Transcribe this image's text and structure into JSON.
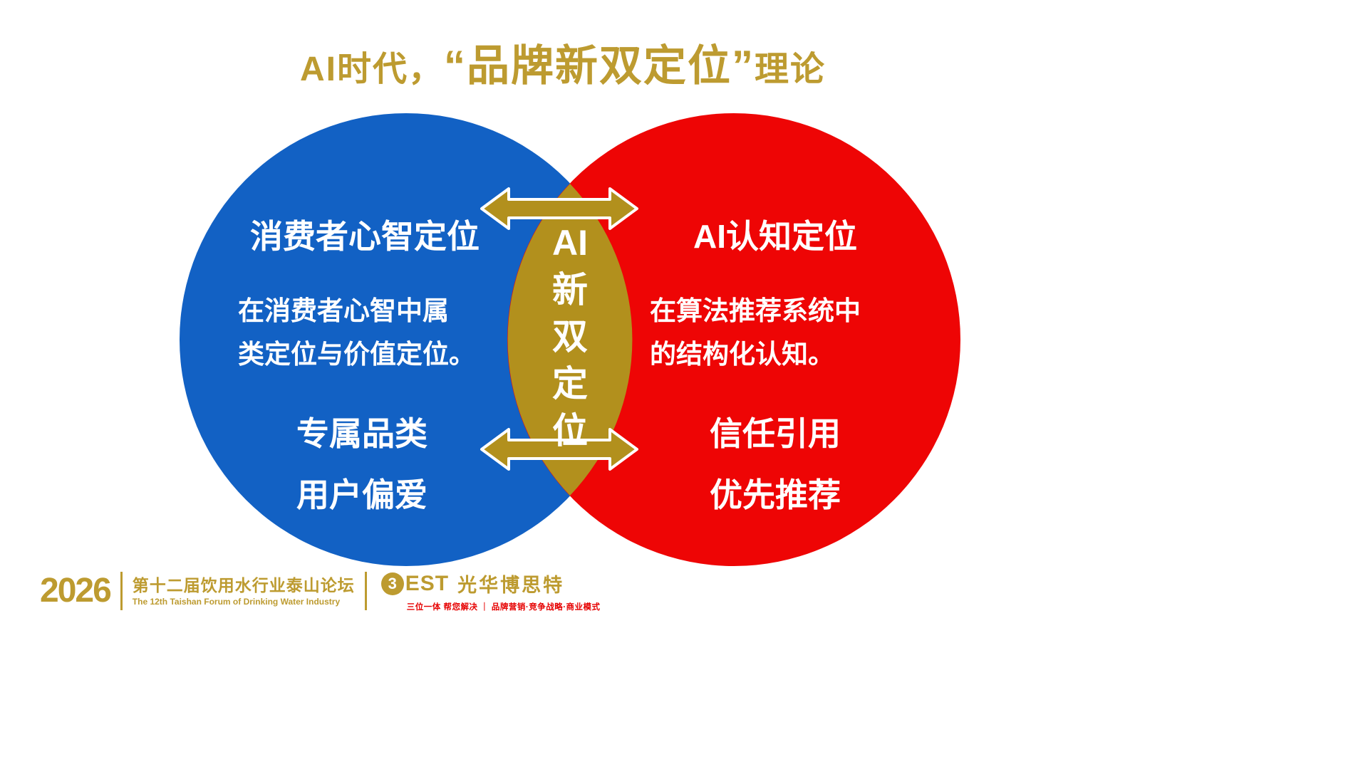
{
  "slide": {
    "title": {
      "prefix": "AI时代，",
      "highlight": "“品牌新双定位”",
      "suffix": "理论"
    },
    "venn": {
      "left": {
        "heading": "消费者心智定位",
        "body": [
          "在消费者心智中属",
          "类定位与价值定位。"
        ],
        "tags": [
          "专属品类",
          "用户偏爱"
        ]
      },
      "right": {
        "heading": "AI认知定位",
        "body": [
          "在算法推荐系统中",
          "的结构化认知。"
        ],
        "tags": [
          "信任引用",
          "优先推荐"
        ]
      },
      "center": {
        "lines": [
          "AI",
          "新",
          "双",
          "定",
          "位"
        ]
      }
    },
    "footer": {
      "year": "2026",
      "forum_cn": "第十二届饮用水行业泰山论坛",
      "forum_en": "The 12th Taishan Forum of Drinking Water Industry",
      "logo_digit": "3",
      "logo_rest": "EST",
      "brand_cn": "光华博思特",
      "tagline": "三位一体 帮您解决 ｜ 品牌营销·竞争战略·商业模式"
    },
    "colors": {
      "title_gold": "#BD9B30",
      "circle_blue": "#1261C4",
      "circle_red": "#EE0505",
      "lens_gold": "#B2901D",
      "text_white": "#FFFFFF",
      "tagline_red": "#E60000"
    }
  }
}
